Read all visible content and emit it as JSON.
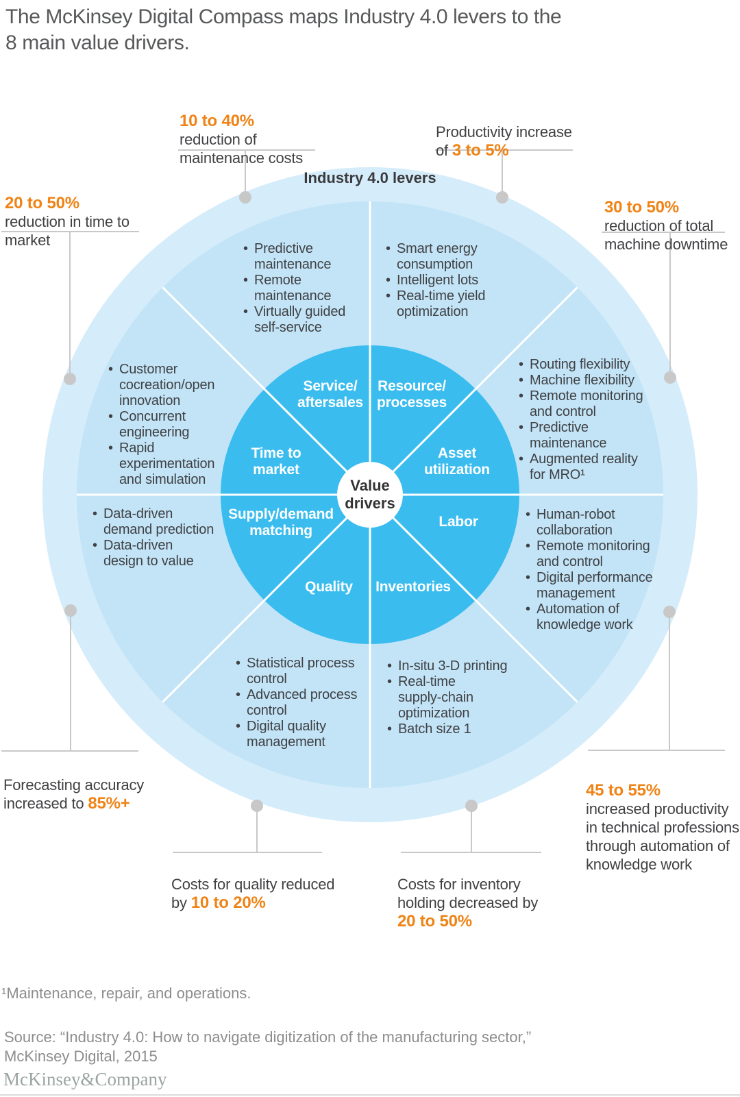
{
  "title": "The McKinsey Digital Compass maps Industry 4.0 levers to the\n8 main value drivers.",
  "colors": {
    "outer_ring_blue": "#D5ECFA",
    "sector_ring_blue": "#C3E4F7",
    "inner_circle_blue": "#3ABCEF",
    "accent_orange": "#EF8315",
    "body_text": "#414144",
    "connector_gray": "#C8C8C8"
  },
  "compass": {
    "outer_label": "Industry 4.0 levers",
    "center_label": "Value\ndrivers",
    "segments": [
      {
        "id": "service-aftersales",
        "label": "Service/\naftersales",
        "levers": [
          "Predictive\nmaintenance",
          "Remote\nmaintenance",
          "Virtually guided\nself-service"
        ]
      },
      {
        "id": "resource-processes",
        "label": "Resource/\nprocesses",
        "levers": [
          "Smart energy\nconsumption",
          "Intelligent lots",
          "Real-time yield\noptimization"
        ]
      },
      {
        "id": "time-to-market",
        "label": "Time to\nmarket",
        "levers": [
          "Customer\ncocreation/open\ninnovation",
          "Concurrent\nengineering",
          "Rapid\nexperimentation\nand simulation"
        ]
      },
      {
        "id": "asset-utilization",
        "label": "Asset\nutilization",
        "levers": [
          "Routing flexibility",
          "Machine flexibility",
          "Remote monitoring\nand control",
          "Predictive\nmaintenance",
          "Augmented reality\nfor MRO¹"
        ]
      },
      {
        "id": "supply-demand-matching",
        "label": "Supply/demand\nmatching",
        "levers": [
          "Data-driven\ndemand prediction",
          "Data-driven\ndesign to value"
        ]
      },
      {
        "id": "labor",
        "label": "Labor",
        "levers": [
          "Human-robot\ncollaboration",
          "Remote monitoring\nand control",
          "Digital performance\nmanagement",
          "Automation of\nknowledge work"
        ]
      },
      {
        "id": "quality",
        "label": "Quality",
        "levers": [
          "Statistical process\ncontrol",
          "Advanced process\ncontrol",
          "Digital quality\nmanagement"
        ]
      },
      {
        "id": "inventories",
        "label": "Inventories",
        "levers": [
          "In-situ 3-D printing",
          "Real-time\nsupply-chain\noptimization",
          "Batch size 1"
        ]
      }
    ]
  },
  "callouts": [
    {
      "id": "maintenance-costs",
      "pre": "",
      "value": "10 to 40%",
      "post": "\nreduction of\nmaintenance costs"
    },
    {
      "id": "productivity-increase",
      "pre": "Productivity increase\nof ",
      "value": "3 to 5%",
      "post": ""
    },
    {
      "id": "time-to-market-reduction",
      "pre": "",
      "value": "20 to 50%",
      "post": "\nreduction in time to\nmarket"
    },
    {
      "id": "machine-downtime",
      "pre": "",
      "value": "30 to 50%",
      "post": "\nreduction of total\nmachine downtime"
    },
    {
      "id": "forecasting-accuracy",
      "pre": "Forecasting accuracy\nincreased to ",
      "value": "85%+",
      "post": ""
    },
    {
      "id": "knowledge-work-productivity",
      "pre": "",
      "value": "45 to 55%",
      "post": "\nincreased productivity\nin technical professions\nthrough automation of\nknowledge work"
    },
    {
      "id": "quality-costs",
      "pre": "Costs for quality reduced\nby ",
      "value": "10 to 20%",
      "post": ""
    },
    {
      "id": "inventory-holding-costs",
      "pre": "Costs for inventory\nholding decreased by\n",
      "value": "20 to 50%",
      "post": ""
    }
  ],
  "footnote": "¹Maintenance, repair, and operations.",
  "source": "Source: “Industry 4.0: How to navigate digitization of the manufacturing sector,”\nMcKinsey Digital, 2015",
  "logo": "McKinsey&Company"
}
